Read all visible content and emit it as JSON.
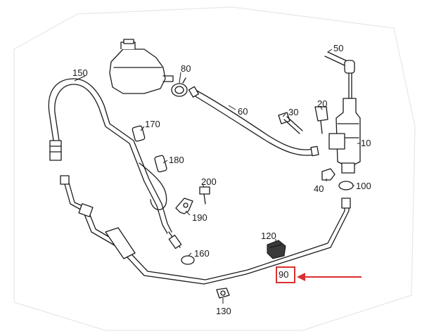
{
  "diagram": {
    "callouts": {
      "p10": "10",
      "p20": "20",
      "p30": "30",
      "p40": "40",
      "p50": "50",
      "p60": "60",
      "p80": "80",
      "p90": "90",
      "p100": "100",
      "p120": "120",
      "p130": "130",
      "p150": "150",
      "p160": "160",
      "p170": "170",
      "p180": "180",
      "p190": "190",
      "p200": "200"
    },
    "highlight": {
      "part": "90",
      "color": "#d93030"
    }
  }
}
